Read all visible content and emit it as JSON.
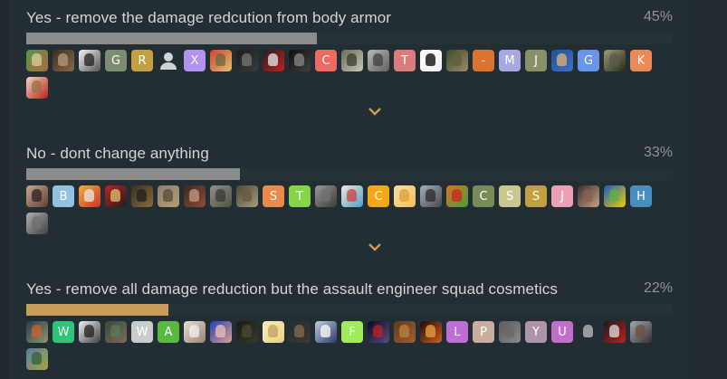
{
  "poll": {
    "options": [
      {
        "label": "Yes - remove the damage redcution from body armor",
        "percent": "45%",
        "percent_value": 45,
        "bar_color": "#8c8c8c",
        "voters": [
          {
            "type": "img",
            "c1": "#4c9a4a",
            "c2": "#b06a40",
            "c3": "#e8c9a0"
          },
          {
            "type": "img",
            "c1": "#3a2c22",
            "c2": "#8a6a4a",
            "c3": "#b89a78"
          },
          {
            "type": "img",
            "c1": "#f2f2f2",
            "c2": "#555555",
            "c3": "#222222"
          },
          {
            "type": "letter",
            "letter": "G",
            "color": "#7c8c70"
          },
          {
            "type": "letter",
            "letter": "R",
            "color": "#c0a040"
          },
          {
            "type": "ghost",
            "icon": "default-user-icon"
          },
          {
            "type": "letter",
            "letter": "X",
            "color": "#b292ec"
          },
          {
            "type": "img",
            "c1": "#d24030",
            "c2": "#e0c070",
            "c3": "#6a6a40"
          },
          {
            "type": "img",
            "c1": "#1c1c1c",
            "c2": "#3c3c3c",
            "c3": "#777777"
          },
          {
            "type": "img",
            "c1": "#202020",
            "c2": "#c02020",
            "c3": "#e8e8e8"
          },
          {
            "type": "img",
            "c1": "#101010",
            "c2": "#404040",
            "c3": "#888888"
          },
          {
            "type": "letter",
            "letter": "C",
            "color": "#ec6a62"
          },
          {
            "type": "img",
            "c1": "#6a6a5a",
            "c2": "#c8c8b8",
            "c3": "#3c3c2c"
          },
          {
            "type": "img",
            "c1": "#b8b8b8",
            "c2": "#606060",
            "c3": "#404040"
          },
          {
            "type": "letter",
            "letter": "T",
            "color": "#d87c7c"
          },
          {
            "type": "img",
            "c1": "#ffffff",
            "c2": "#f0f0f0",
            "c3": "#000000"
          },
          {
            "type": "img",
            "c1": "#3c4c2c",
            "c2": "#9a8a6a",
            "c3": "#6a5a3a"
          },
          {
            "type": "letter",
            "letter": "-",
            "color": "#d9732f"
          },
          {
            "type": "letter",
            "letter": "M",
            "color": "#a8a8e0"
          },
          {
            "type": "letter",
            "letter": "J",
            "color": "#87926a"
          },
          {
            "type": "img",
            "c1": "#2050a0",
            "c2": "#4070c0",
            "c3": "#e8b070"
          },
          {
            "type": "letter",
            "letter": "G",
            "color": "#6895eb"
          },
          {
            "type": "img",
            "c1": "#9a9a7a",
            "c2": "#2a2a1a",
            "c3": "#5a5a4a"
          },
          {
            "type": "letter",
            "letter": "K",
            "color": "#ea8a58"
          },
          {
            "type": "img",
            "c1": "#e8d8c0",
            "c2": "#c02020",
            "c3": "#9a7040"
          }
        ]
      },
      {
        "label": "No - dont change anything",
        "percent": "33%",
        "percent_value": 33,
        "bar_color": "#8c8c8c",
        "voters": [
          {
            "type": "img",
            "c1": "#c8a890",
            "c2": "#604030",
            "c3": "#302020"
          },
          {
            "type": "letter",
            "letter": "B",
            "color": "#92c2e0"
          },
          {
            "type": "img",
            "c1": "#f0b040",
            "c2": "#d03020",
            "c3": "#e8e8e8"
          },
          {
            "type": "img",
            "c1": "#c02020",
            "c2": "#202020",
            "c3": "#e0c070"
          },
          {
            "type": "img",
            "c1": "#3a3020",
            "c2": "#8a6a3a",
            "c3": "#202020"
          },
          {
            "type": "img",
            "c1": "#8a8070",
            "c2": "#b89a70",
            "c3": "#5a4a3a"
          },
          {
            "type": "img",
            "c1": "#3a2a20",
            "c2": "#8a4a3a",
            "c3": "#c89a80"
          },
          {
            "type": "img",
            "c1": "#909090",
            "c2": "#505040",
            "c3": "#3a3a30"
          },
          {
            "type": "img",
            "c1": "#4a4a3a",
            "c2": "#a89a80",
            "c3": "#6a5a40"
          },
          {
            "type": "letter",
            "letter": "S",
            "color": "#ec8a4c"
          },
          {
            "type": "letter",
            "letter": "T",
            "color": "#86d44a"
          },
          {
            "type": "img",
            "c1": "#9a9a9a",
            "c2": "#3a3a3a",
            "c3": "#707070"
          },
          {
            "type": "img",
            "c1": "#f0e8e0",
            "c2": "#50a0c0",
            "c3": "#d04040"
          },
          {
            "type": "letter",
            "letter": "C",
            "color": "#f4a818"
          },
          {
            "type": "img",
            "c1": "#f8e0a0",
            "c2": "#f0c060",
            "c3": "#e0a030"
          },
          {
            "type": "img",
            "c1": "#a0b0c0",
            "c2": "#4a4a4a",
            "c3": "#2a2a2a"
          },
          {
            "type": "img",
            "c1": "#e07020",
            "c2": "#40a040",
            "c3": "#d02020"
          },
          {
            "type": "letter",
            "letter": "C",
            "color": "#788c58"
          },
          {
            "type": "letter",
            "letter": "S",
            "color": "#cac690"
          },
          {
            "type": "letter",
            "letter": "S",
            "color": "#c0a040"
          },
          {
            "type": "letter",
            "letter": "J",
            "color": "#eca0b4"
          },
          {
            "type": "img",
            "c1": "#3a3030",
            "c2": "#c8a080",
            "c3": "#8a6050"
          },
          {
            "type": "img",
            "c1": "#1a5ac0",
            "c2": "#f0d000",
            "c3": "#60b040"
          },
          {
            "type": "letter",
            "letter": "H",
            "color": "#4a8ec0"
          },
          {
            "type": "img",
            "c1": "#b0b0b0",
            "c2": "#404040",
            "c3": "#707070"
          }
        ]
      },
      {
        "label": "Yes - remove all damage reduction but the assault engineer squad cosmetics",
        "percent": "22%",
        "percent_value": 22,
        "bar_color": "#c99e5c",
        "voters": [
          {
            "type": "img",
            "c1": "#2a3a4a",
            "c2": "#8a9a6a",
            "c3": "#d06030"
          },
          {
            "type": "letter",
            "letter": "W",
            "color": "#2ec47a"
          },
          {
            "type": "img",
            "c1": "#f0f0f0",
            "c2": "#404040",
            "c3": "#202020"
          },
          {
            "type": "img",
            "c1": "#3a4a3a",
            "c2": "#7a6a5a",
            "c3": "#5a7a5a"
          },
          {
            "type": "letter",
            "letter": "W",
            "color": "#c8ccca"
          },
          {
            "type": "letter",
            "letter": "A",
            "color": "#5cb840"
          },
          {
            "type": "img",
            "c1": "#e8e0d8",
            "c2": "#9a8070",
            "c3": "#f0f0f0"
          },
          {
            "type": "img",
            "c1": "#1a40c0",
            "c2": "#e0a090",
            "c3": "#f0c0b0"
          },
          {
            "type": "img",
            "c1": "#1a1a10",
            "c2": "#3a3a2a",
            "c3": "#4a4a3a"
          },
          {
            "type": "img",
            "c1": "#f8f0c0",
            "c2": "#e8d080",
            "c3": "#c0a060"
          },
          {
            "type": "img",
            "c1": "#222d34",
            "c2": "#3a3a30",
            "c3": "#8a6a4a"
          },
          {
            "type": "img",
            "c1": "#c0d0e0",
            "c2": "#2a3a6a",
            "c3": "#ffffff"
          },
          {
            "type": "letter",
            "letter": "F",
            "color": "#a2ec58"
          },
          {
            "type": "img",
            "c1": "#0a0a20",
            "c2": "#5a4a8a",
            "c3": "#c02020"
          },
          {
            "type": "img",
            "c1": "#5a3a20",
            "c2": "#a06030",
            "c3": "#c08040"
          },
          {
            "type": "img",
            "c1": "#1a0a0a",
            "c2": "#d06020",
            "c3": "#f0a040"
          },
          {
            "type": "letter",
            "letter": "L",
            "color": "#be6ed6"
          },
          {
            "type": "letter",
            "letter": "P",
            "color": "#c8aea0"
          },
          {
            "type": "img",
            "c1": "#5a5a5a",
            "c2": "#8a8a8a",
            "c3": "#6a6a6a"
          },
          {
            "type": "letter",
            "letter": "Y",
            "color": "#ae94a8"
          },
          {
            "type": "letter",
            "letter": "U",
            "color": "#c070c8"
          },
          {
            "type": "img",
            "c1": "#222d34",
            "c2": "#222d34",
            "c3": "#c0c0c0"
          },
          {
            "type": "img",
            "c1": "#1a1a1a",
            "c2": "#c02020",
            "c3": "#e0e0e0"
          },
          {
            "type": "img",
            "c1": "#a0a8b0",
            "c2": "#3a3030",
            "c3": "#6a5040"
          },
          {
            "type": "img",
            "c1": "#5080a0",
            "c2": "#b0a040",
            "c3": "#306040"
          }
        ]
      }
    ],
    "expand_icon": "chevron-down-icon",
    "accent_color": "#d09a50"
  }
}
